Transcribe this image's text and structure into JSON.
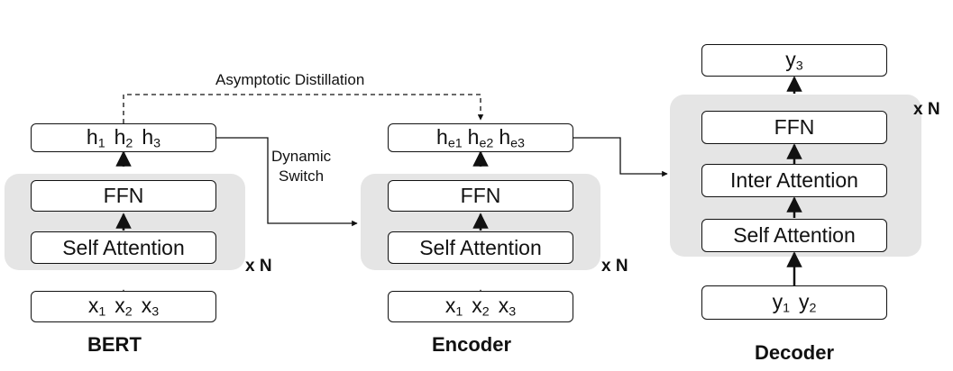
{
  "bert": {
    "label": "BERT",
    "repeat": "x N",
    "top_tokens": [
      {
        "base": "h",
        "sub": "1"
      },
      {
        "base": "h",
        "sub": "2"
      },
      {
        "base": "h",
        "sub": "3"
      }
    ],
    "ffn": "FFN",
    "self_attention": "Self Attention",
    "input_tokens": [
      {
        "base": "x",
        "sub": "1"
      },
      {
        "base": "x",
        "sub": "2"
      },
      {
        "base": "x",
        "sub": "3"
      }
    ]
  },
  "encoder": {
    "label": "Encoder",
    "repeat": "x N",
    "top_tokens": [
      {
        "base": "h",
        "sub": "e1"
      },
      {
        "base": "h",
        "sub": "e2"
      },
      {
        "base": "h",
        "sub": "e3"
      }
    ],
    "ffn": "FFN",
    "self_attention": "Self Attention",
    "input_tokens": [
      {
        "base": "x",
        "sub": "1"
      },
      {
        "base": "x",
        "sub": "2"
      },
      {
        "base": "x",
        "sub": "3"
      }
    ]
  },
  "decoder": {
    "label": "Decoder",
    "repeat": "x N",
    "output_tokens": [
      {
        "base": "y",
        "sub": "3"
      }
    ],
    "ffn": "FFN",
    "inter_attention": "Inter Attention",
    "self_attention": "Self Attention",
    "input_tokens": [
      {
        "base": "y",
        "sub": "1"
      },
      {
        "base": "y",
        "sub": "2"
      }
    ]
  },
  "connections": {
    "distillation_label": "Asymptotic Distillation",
    "switch_label_line1": "Dynamic",
    "switch_label_line2": "Switch"
  }
}
